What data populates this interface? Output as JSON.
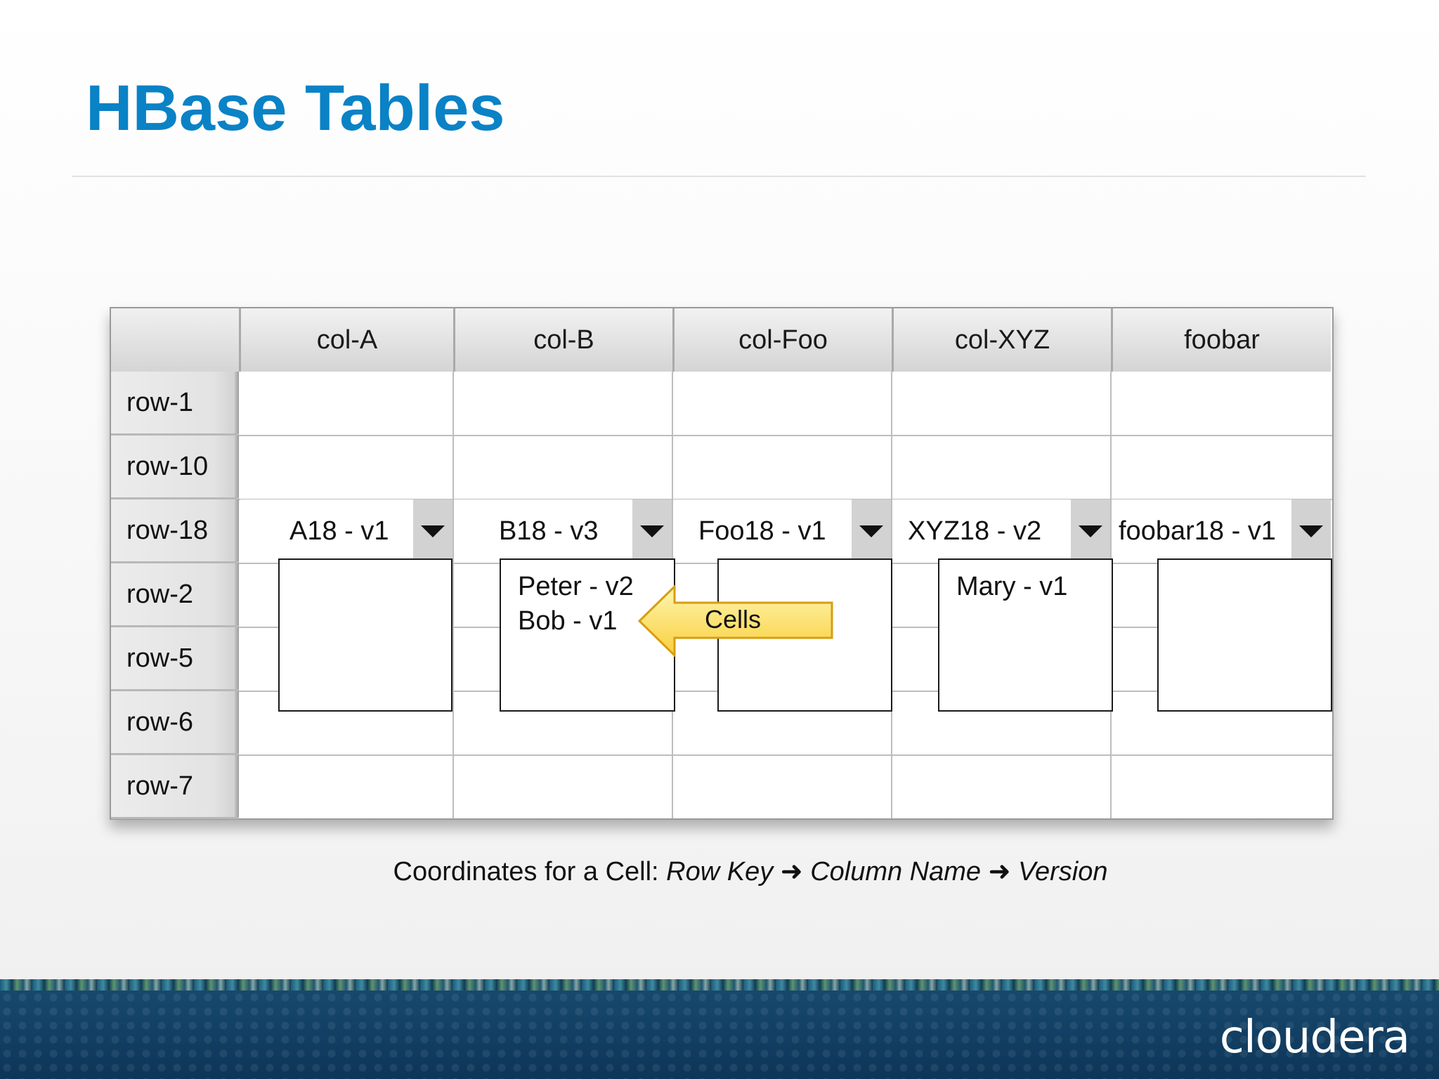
{
  "slide": {
    "title": "HBase Tables"
  },
  "table": {
    "columns": [
      "col-A",
      "col-B",
      "col-Foo",
      "col-XYZ",
      "foobar"
    ],
    "rows": [
      "row-1",
      "row-10",
      "row-18",
      "row-2",
      "row-5",
      "row-6",
      "row-7"
    ],
    "row18_cells": [
      "A18 - v1",
      "B18 - v3",
      "Foo18 - v1",
      "XYZ18 - v2",
      "foobar18 - v1"
    ],
    "version_boxes": {
      "col_b": [
        "Peter - v2",
        "Bob - v1"
      ],
      "col_xyz": [
        "Mary - v1"
      ]
    }
  },
  "callout": {
    "label": "Cells",
    "color": "#fde36a"
  },
  "caption": {
    "prefix": "Coordinates for a Cell: ",
    "row_key": "Row Key",
    "arrow": "➜",
    "column_name": "Column Name",
    "version": "Version"
  },
  "footer": {
    "brand": "cloudera"
  },
  "colors": {
    "title": "#0a82c6",
    "footer": "#0e3c60"
  }
}
